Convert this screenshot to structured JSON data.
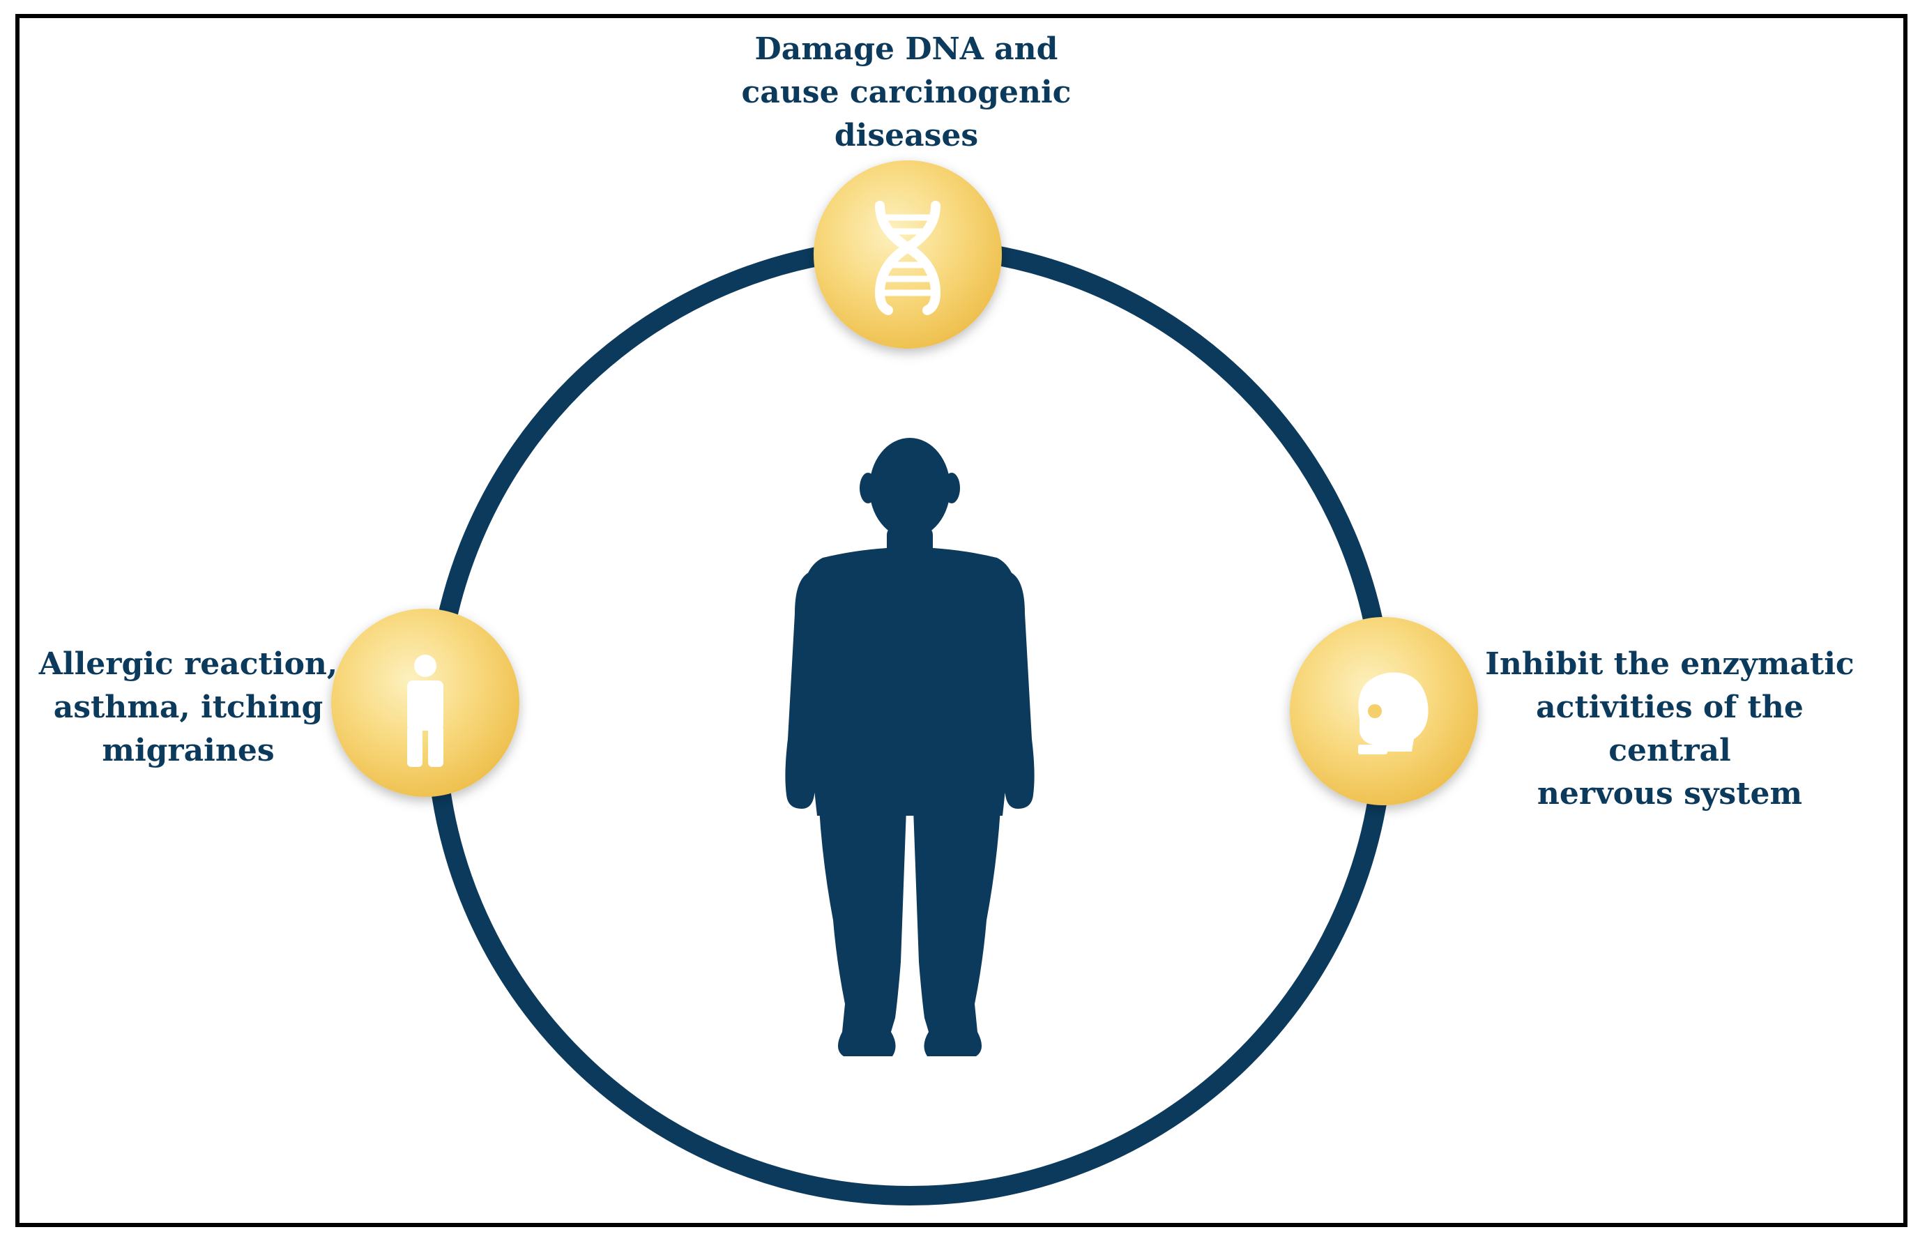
{
  "diagram": {
    "effects": [
      {
        "id": "top",
        "icon": "dna-icon",
        "text": "Damage DNA and\ncause carcinogenic\ndiseases"
      },
      {
        "id": "left",
        "icon": "person-icon",
        "text": "Allergic reaction,\nasthma, itching\nmigraines"
      },
      {
        "id": "right",
        "icon": "skull-icon",
        "text": "Inhibit the enzymatic\nactivities of the central\nnervous system"
      }
    ],
    "center_icon": "human-body-icon",
    "colors": {
      "ring": "#0b3a5c",
      "silhouette": "#0b3a5c",
      "node_fill": "#f5cf6a",
      "node_fill_light": "#fbe9a8",
      "icon": "#ffffff",
      "text": "#0b3a5c"
    }
  }
}
